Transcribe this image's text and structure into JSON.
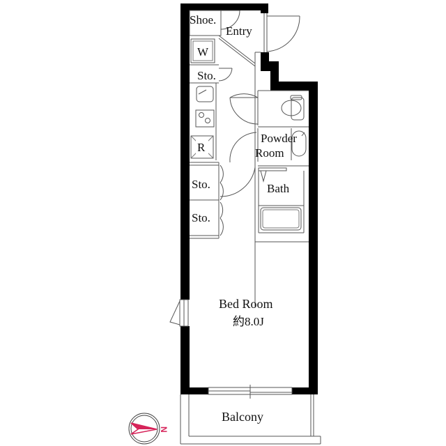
{
  "plan": {
    "rooms": {
      "shoe": "Shoe.",
      "entry": "Entry",
      "washer": "W",
      "storage_top": "Sto.",
      "fridge": "R",
      "powder_room_line1": "Powder",
      "powder_room_line2": "Room",
      "bath": "Bath",
      "storage_mid": "Sto.",
      "storage_low": "Sto.",
      "bedroom": "Bed Room",
      "bedroom_area": "約8.0J",
      "balcony": "Balcony"
    },
    "compass": {
      "label": "N",
      "color": "#d6245a"
    },
    "colors": {
      "wall": "#000000",
      "fixture": "#555555",
      "background": "#ffffff"
    }
  }
}
